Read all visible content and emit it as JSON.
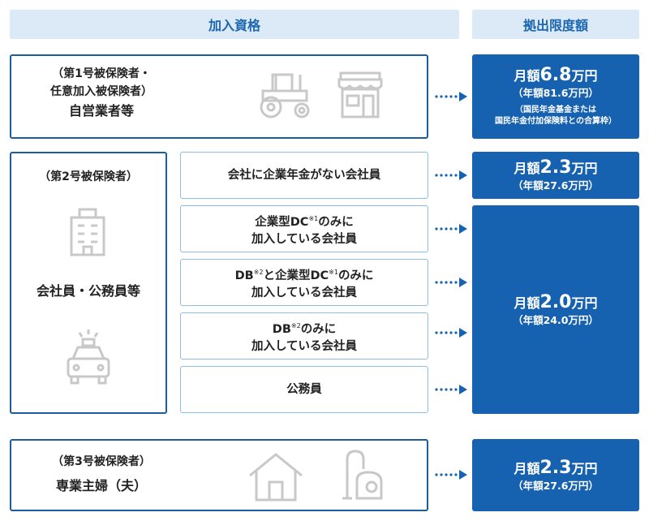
{
  "headers": {
    "qualification": "加入資格",
    "limit": "拠出限度額"
  },
  "category1": {
    "line1": "（第1号被保険者・",
    "line2": "任意加入被保険者）",
    "name": "自営業者等",
    "icons": [
      "tractor-icon",
      "storefront-icon"
    ],
    "limit": {
      "prefix": "月額",
      "amount": "6.8",
      "suffix": "万円",
      "annual": "（年額81.6万円）",
      "note_line1": "（国民年金基金または",
      "note_line2": "国民年金付加保険料との合算枠）"
    }
  },
  "category2": {
    "label": "（第2号被保険者）",
    "name": "会社員・公務員等",
    "icons": [
      "office-building-icon",
      "police-car-icon"
    ],
    "rows": [
      {
        "line1": "会社に企業年金がない会社員",
        "line2": ""
      },
      {
        "line1_a": "企業型DC",
        "sup1": "※1",
        "line1_b": "のみに",
        "line2": "加入している会社員"
      },
      {
        "line1_a": "DB",
        "sup1": "※2",
        "line1_b": "と企業型DC",
        "sup2": "※1",
        "line1_c": "のみに",
        "line2": "加入している会社員"
      },
      {
        "line1_a": "DB",
        "sup1": "※2",
        "line1_b": "のみに",
        "line2": "加入している会社員"
      },
      {
        "line1": "公務員",
        "line2": ""
      }
    ],
    "limit_a": {
      "prefix": "月額",
      "amount": "2.3",
      "suffix": "万円",
      "annual": "（年額27.6万円）"
    },
    "limit_b": {
      "prefix": "月額",
      "amount": "2.0",
      "suffix": "万円",
      "annual": "（年額24.0万円）"
    }
  },
  "category3": {
    "label": "（第3号被保険者）",
    "name": "専業主婦（夫）",
    "icons": [
      "house-icon",
      "vacuum-cleaner-icon"
    ],
    "limit": {
      "prefix": "月額",
      "amount": "2.3",
      "suffix": "万円",
      "annual": "（年額27.6万円）"
    }
  },
  "colors": {
    "dark_blue": "#1762b0",
    "header_bg": "#dce9f6",
    "light_border": "#8fbde3",
    "icon_gray": "#c8c8c8"
  }
}
